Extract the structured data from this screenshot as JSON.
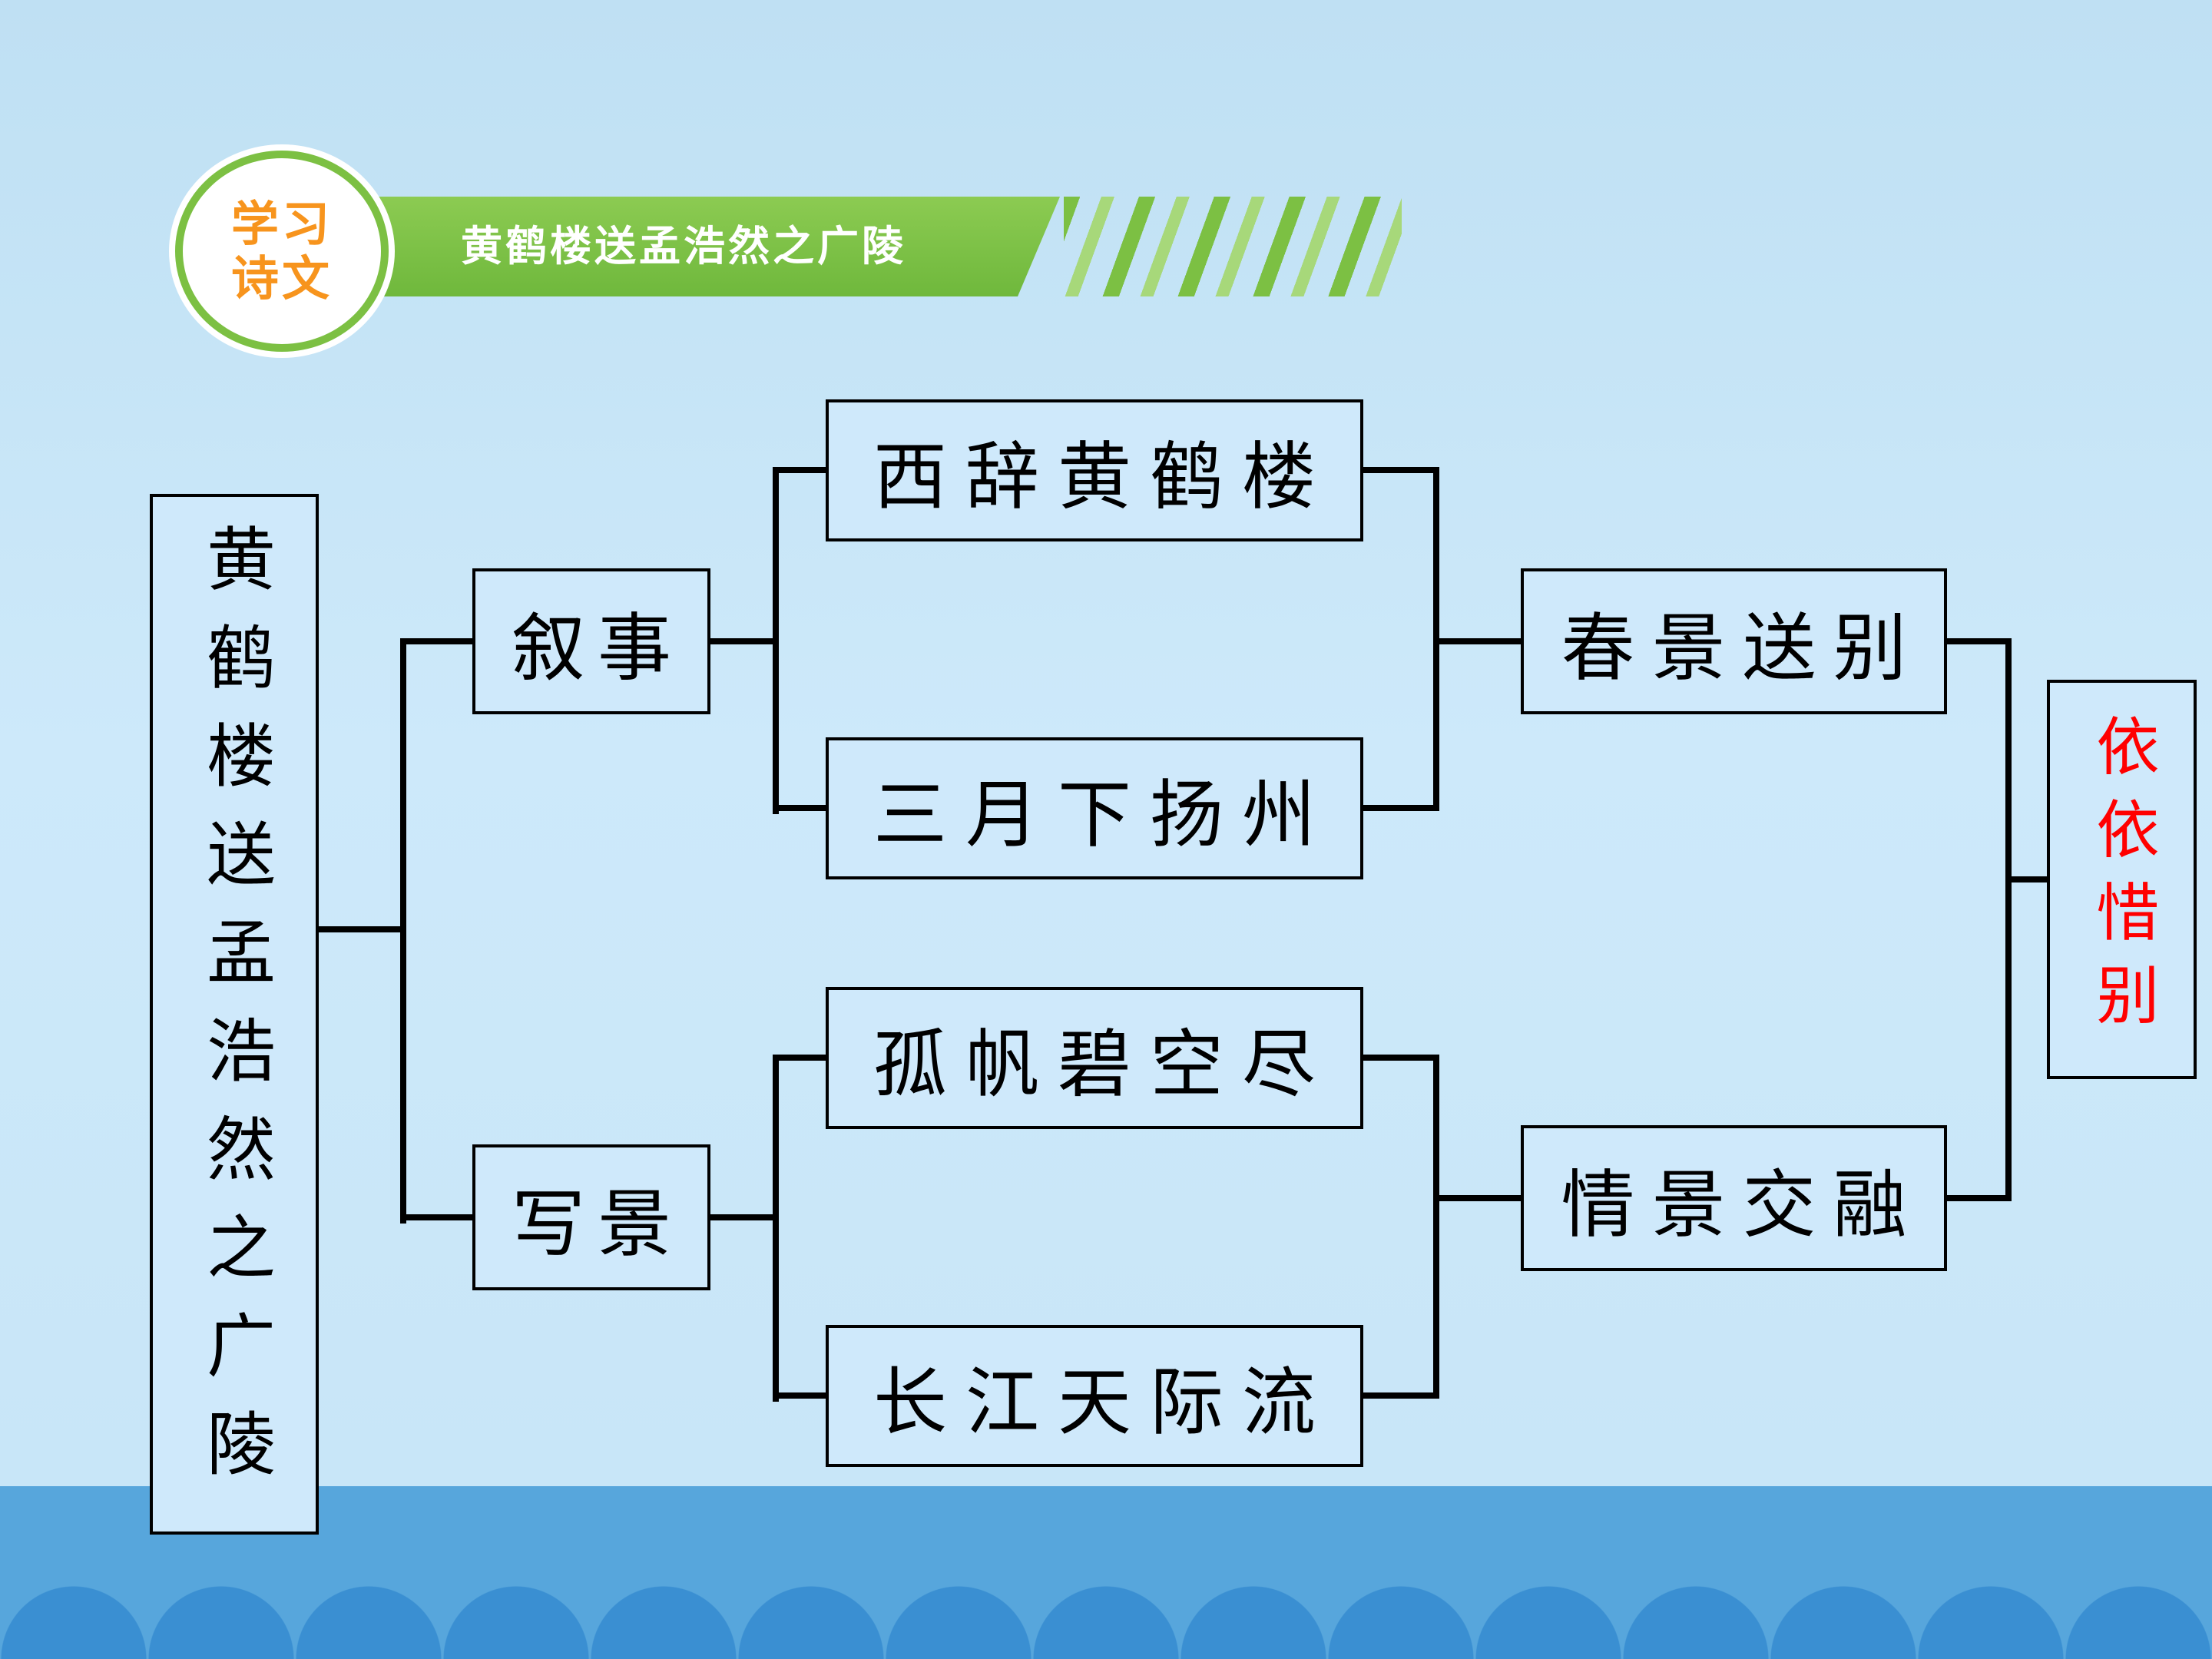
{
  "header": {
    "badge_line1": "学习",
    "badge_line2": "诗文",
    "banner_title": "黄鹤楼送孟浩然之广陵"
  },
  "diagram": {
    "root": "黄鹤楼送孟浩然之广陵",
    "narrative": {
      "label": "叙事",
      "line1": "西辞黄鹤楼",
      "line2": "三月下扬州",
      "summary": "春景送别"
    },
    "scenery": {
      "label": "写景",
      "line1": "孤帆碧空尽",
      "line2": "长江天际流",
      "summary": "情景交融"
    },
    "theme": "依依惜别"
  },
  "colors": {
    "banner_green": "#7cc043",
    "banner_stripe_light_green": "#a7d87a",
    "badge_text_orange": "#f7941d",
    "badge_border_green": "#7cc043",
    "theme_text_red": "#ff0000",
    "band_blue": "#57a6dc",
    "scallop_blue": "#3a8fd2",
    "background_blue": "#cde9fa",
    "node_fill": "#cfe9fb",
    "line_black": "#000000"
  }
}
